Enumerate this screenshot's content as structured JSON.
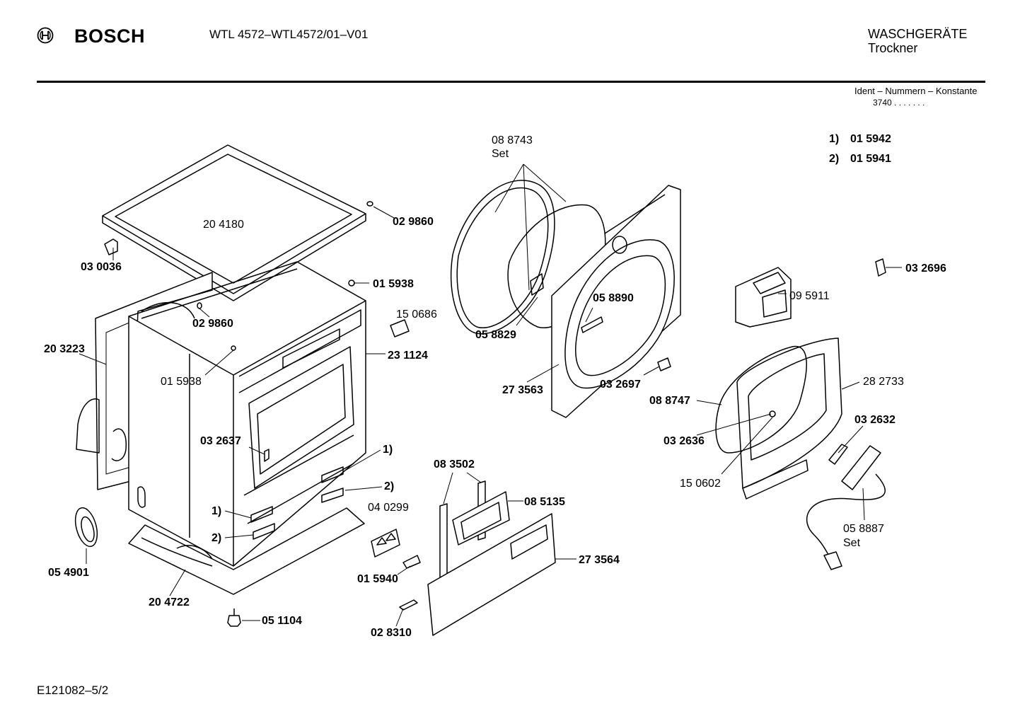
{
  "header": {
    "brand": "BOSCH",
    "model": "WTL 4572–WTL4572/01–V01",
    "category": "WASCHGERÄTE",
    "subcategory": "Trockner",
    "ident_label": "Ident – Nummern – Konstante",
    "ident_value": "3740  .  .    .  .  .  .  ."
  },
  "legend": [
    {
      "key": "1)",
      "value": "01 5942"
    },
    {
      "key": "2)",
      "value": "01 5941"
    }
  ],
  "footer": "E121082–5/2",
  "labels": [
    {
      "id": "p-204180",
      "text": "20  4180",
      "bold": false
    },
    {
      "id": "p-029860a",
      "text": "02 9860",
      "bold": true
    },
    {
      "id": "p-030036",
      "text": "03 0036",
      "bold": true
    },
    {
      "id": "p-015938a",
      "text": "01 5938",
      "bold": true
    },
    {
      "id": "p-029860b",
      "text": "02 9860",
      "bold": true
    },
    {
      "id": "p-203223",
      "text": "20 3223",
      "bold": true
    },
    {
      "id": "p-150686",
      "text": "15 0686",
      "bold": false
    },
    {
      "id": "p-231124",
      "text": "23 1124",
      "bold": true
    },
    {
      "id": "p-015938b",
      "text": "01 5938",
      "bold": false
    },
    {
      "id": "p-032637",
      "text": "03 2637",
      "bold": true
    },
    {
      "id": "p-ref1a",
      "text": "1)",
      "bold": true
    },
    {
      "id": "p-ref2a",
      "text": "2)",
      "bold": true
    },
    {
      "id": "p-ref1b",
      "text": "1)",
      "bold": true
    },
    {
      "id": "p-ref2b",
      "text": "2)",
      "bold": true
    },
    {
      "id": "p-054901",
      "text": "05 4901",
      "bold": true
    },
    {
      "id": "p-204722",
      "text": "20 4722",
      "bold": true
    },
    {
      "id": "p-051104",
      "text": "05 1104",
      "bold": true
    },
    {
      "id": "p-040299",
      "text": "04 0299",
      "bold": false
    },
    {
      "id": "p-015940",
      "text": "01 5940",
      "bold": true
    },
    {
      "id": "p-028310",
      "text": "02 8310",
      "bold": true
    },
    {
      "id": "p-083502",
      "text": "08 3502",
      "bold": true
    },
    {
      "id": "p-085135",
      "text": "08 5135",
      "bold": true
    },
    {
      "id": "p-273564",
      "text": "27 3564",
      "bold": true
    },
    {
      "id": "p-088743",
      "text": "08 8743",
      "bold": false
    },
    {
      "id": "p-set1",
      "text": "Set",
      "bold": false
    },
    {
      "id": "p-058829",
      "text": "05 8829",
      "bold": true
    },
    {
      "id": "p-058890",
      "text": "05 8890",
      "bold": true
    },
    {
      "id": "p-273563",
      "text": "27 3563",
      "bold": true
    },
    {
      "id": "p-032697",
      "text": "03 2697",
      "bold": true
    },
    {
      "id": "p-095911",
      "text": "09 5911",
      "bold": false
    },
    {
      "id": "p-032696",
      "text": "03 2696",
      "bold": true
    },
    {
      "id": "p-282733",
      "text": "28 2733",
      "bold": false
    },
    {
      "id": "p-088747",
      "text": "08 8747",
      "bold": true
    },
    {
      "id": "p-032632",
      "text": "03 2632",
      "bold": true
    },
    {
      "id": "p-032636",
      "text": "03 2636",
      "bold": true
    },
    {
      "id": "p-150602",
      "text": "15 0602",
      "bold": false
    },
    {
      "id": "p-058887",
      "text": "05 8887",
      "bold": false
    },
    {
      "id": "p-set2",
      "text": "Set",
      "bold": false
    }
  ]
}
